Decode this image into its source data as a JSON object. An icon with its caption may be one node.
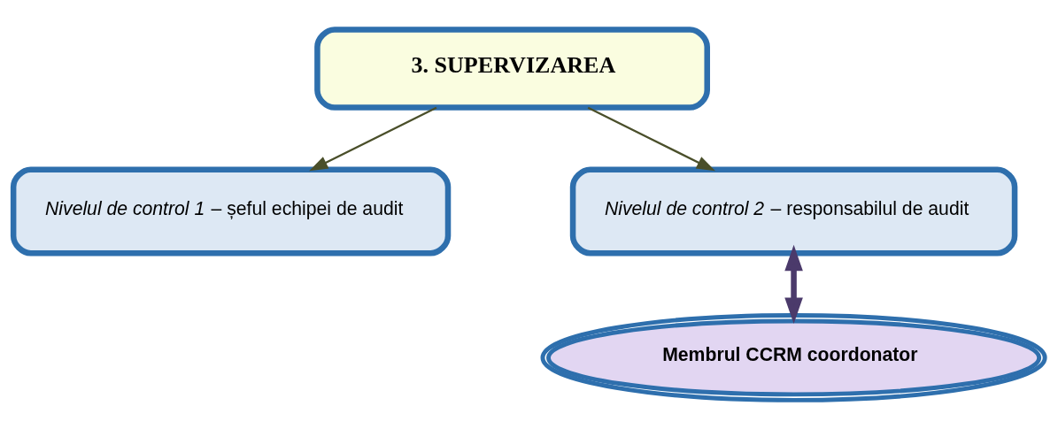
{
  "diagram": {
    "nodes": [
      {
        "text": [
          "3. SUPERVIZAREA"
        ]
      },
      {
        "text": [
          "*Nivelul de control 1* – șeful echipei de audit"
        ]
      },
      {
        "text": [
          "*Nivelul de control 2* – responsabilul de audit"
        ]
      },
      {
        "text": [
          "Membrul CCRM coordonator"
        ]
      }
    ],
    "edges": [
      {
        "from": 0,
        "to": 1,
        "arrow": "to"
      },
      {
        "from": 0,
        "to": 2,
        "arrow": "to"
      },
      {
        "from": 2,
        "to": 3,
        "arrow": "both",
        "style": "thick",
        "color": "#4b3a6b"
      }
    ]
  }
}
